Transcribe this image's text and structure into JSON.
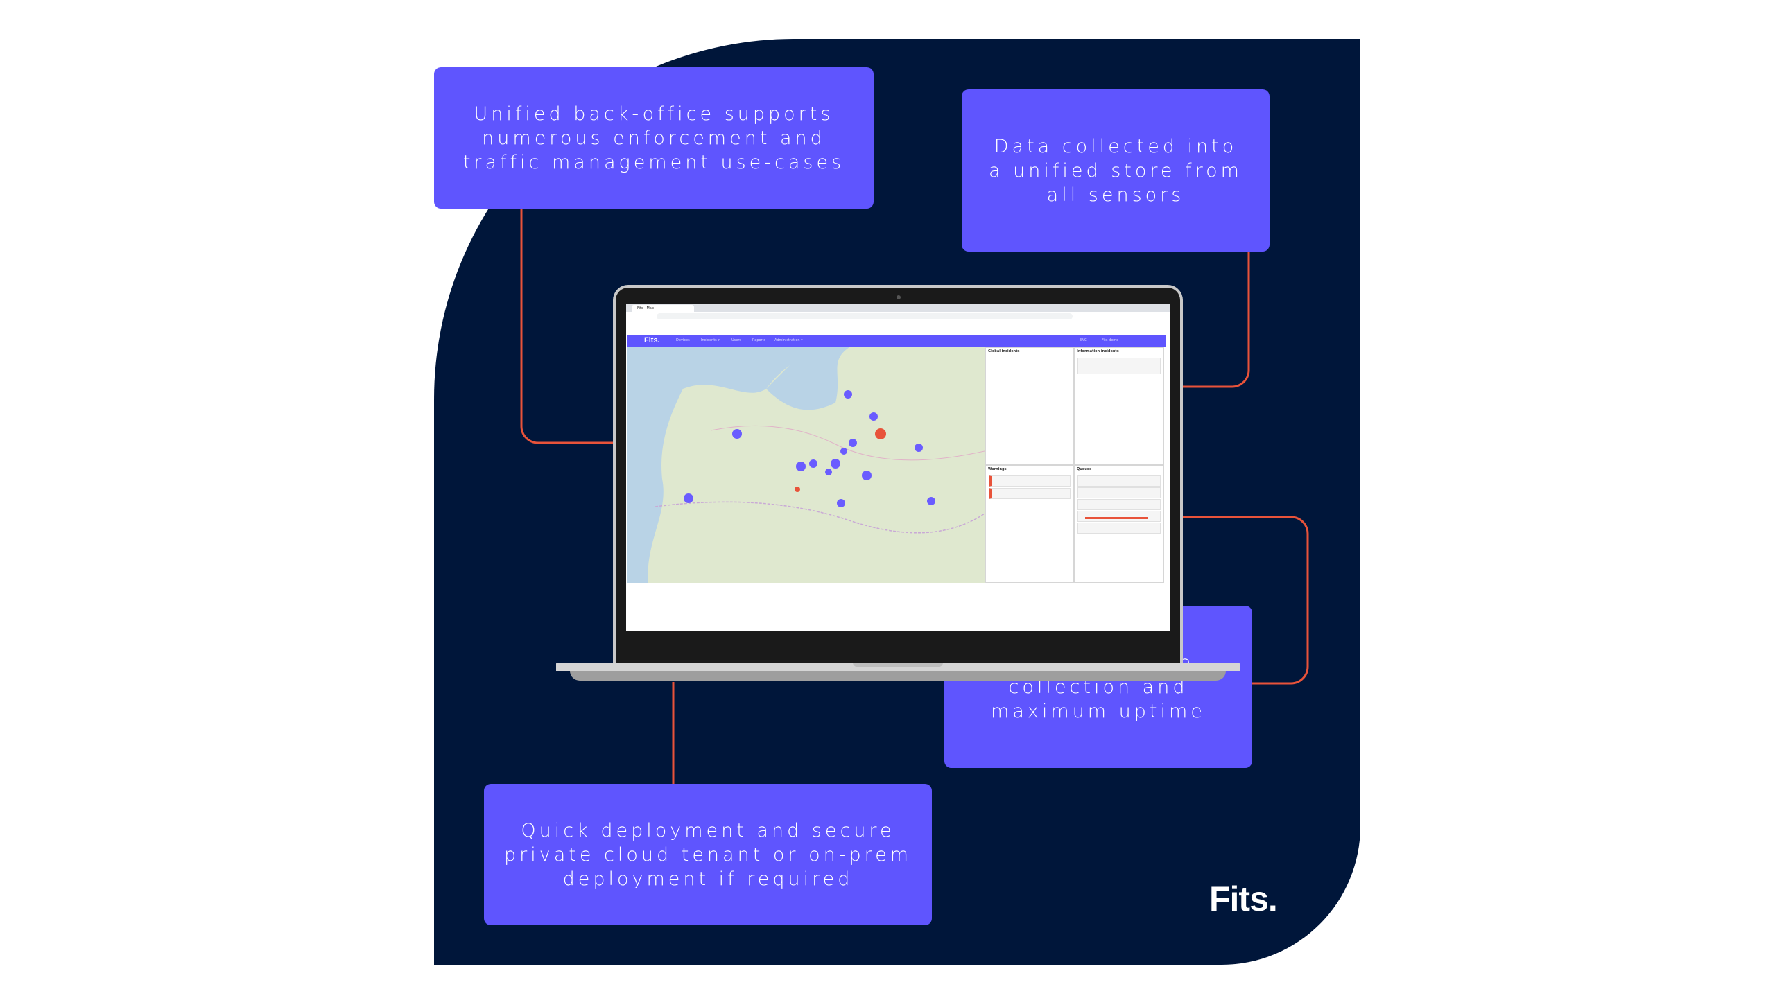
{
  "callouts": {
    "top_left": "Unified back-office supports\nnumerous enforcement and\ntraffic management use-cases",
    "top_right": "Data collected into\na unified store from\nall sensors",
    "bottom_right": "Automatic data\ncollection and\nmaximum uptime",
    "bottom_left": "Quick deployment and secure\nprivate cloud tenant or on-prem\ndeployment if required"
  },
  "brand": "Fits.",
  "app": {
    "logo": "Fits.",
    "browser_tab": "Fits - Map",
    "menu": [
      "Devices",
      "Incidents ▾",
      "Users",
      "Reports",
      "Administration ▾"
    ],
    "user": "Fits demo",
    "lang": "ENG",
    "panels": {
      "global_incidents": "Global incidents",
      "information_incidents": "Information incidents",
      "warnings": "Warnings",
      "queues": "Queues"
    }
  },
  "colors": {
    "panel": "#00163a",
    "accent": "#5f55fe",
    "connector": "#e8533a"
  }
}
